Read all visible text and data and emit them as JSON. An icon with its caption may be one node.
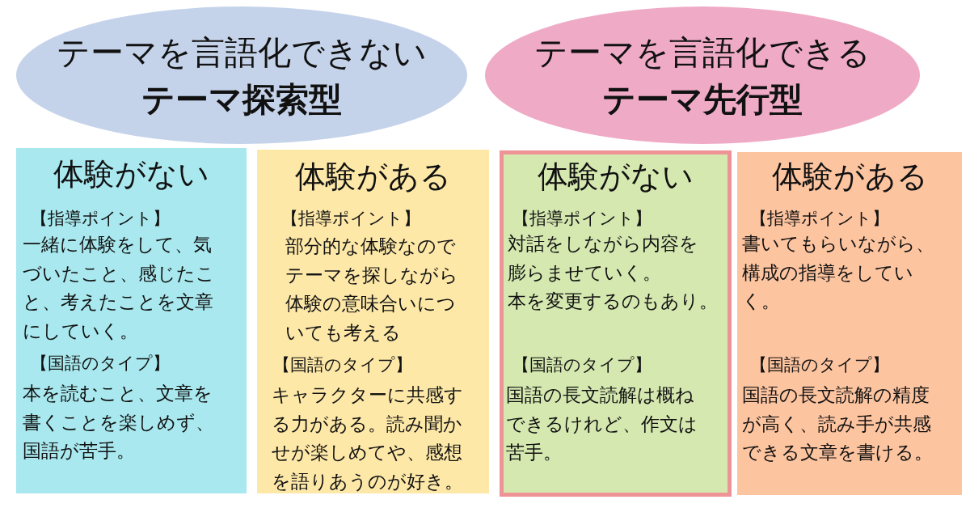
{
  "diagram": {
    "nodes": [
      {
        "text": [
          "テーマを言語化できない",
          "テーマ探索型"
        ]
      },
      {
        "text": [
          "テーマを言語化できる",
          "テーマ先行型"
        ]
      },
      {
        "text": [
          "体験がない",
          "【指導ポイント】",
          "一緒に体験をして、気づいたこと、感じたこと、考えたことを文章にしていく。",
          "【国語のタイプ】",
          "本を読むこと、文章を書くことを楽しめず、国語が苦手。"
        ]
      },
      {
        "text": [
          "体験がある",
          "【指導ポイント】",
          "部分的な体験なのでテーマを探しながら体験の意味合いについても考える",
          "【国語のタイプ】",
          "キャラクターに共感する力がある。読み聞かせが楽しめてや、感想を語りあうのが好き。"
        ]
      },
      {
        "text": [
          "体験がない",
          "【指導ポイント】",
          "対話をしながら内容を膨らませていく。",
          "本を変更するのもあり。",
          "【国語のタイプ】",
          "国語の長文読解は概ねできるけれど、作文は苦手。"
        ]
      },
      {
        "text": [
          "体験がある",
          "【指導ポイント】",
          "書いてもらいながら、構成の指導をしていく。",
          "【国語のタイプ】",
          "国語の長文読解の精度が高く、読み手が共感できる文章を書ける。"
        ]
      }
    ]
  }
}
